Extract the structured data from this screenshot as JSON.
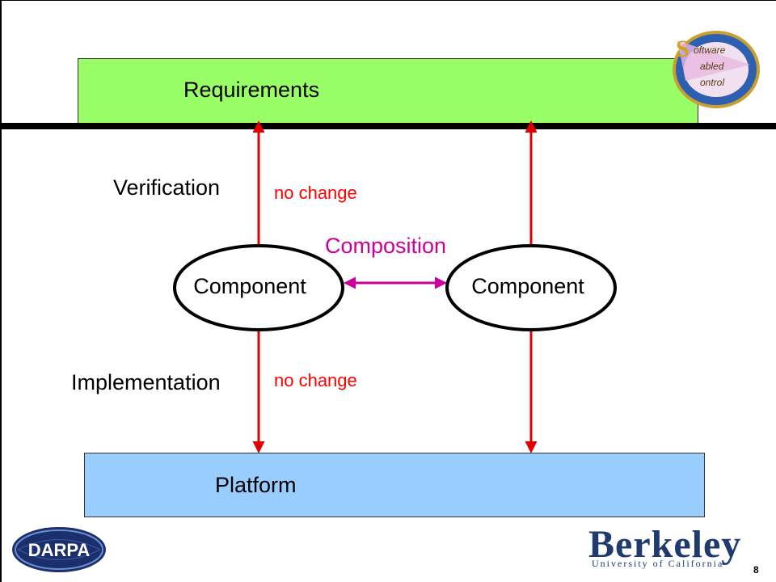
{
  "diagram": {
    "requirements_label": "Requirements",
    "platform_label": "Platform",
    "verification_label": "Verification",
    "implementation_label": "Implementation",
    "no_change_top": "no change",
    "no_change_bottom": "no change",
    "composition_label": "Composition",
    "component_left": "Component",
    "component_right": "Component"
  },
  "logos": {
    "top_right": "Software Enabled Control",
    "bottom_left": "DARPA",
    "bottom_right_word": "Berkeley",
    "bottom_right_sub": "University of California"
  },
  "page_number": "8",
  "colors": {
    "requirements_fill": "#99ff66",
    "platform_fill": "#99ccff",
    "arrow_red": "#e00000",
    "composition_magenta": "#cc0099"
  }
}
